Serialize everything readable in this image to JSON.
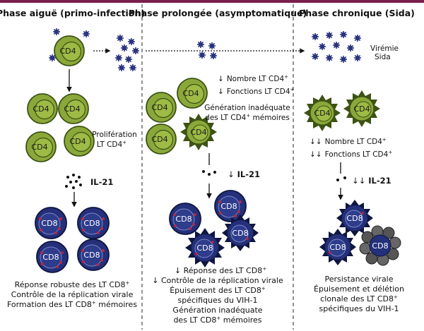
{
  "phases": [
    {
      "title": "Phase aiguë (primo-infection)",
      "cell_label_cd4": "CD4",
      "cell_label_cd8": "CD8",
      "prolif_line1": "Prolifération",
      "prolif_line2": "LT CD4",
      "prolif_sup": "+",
      "il21": "IL-21",
      "cap1": "Réponse robuste des LT CD8",
      "cap1_sup": "+",
      "cap2": "Contrôle de la réplication virale",
      "cap3_a": "Formation des LT CD8",
      "cap3_sup": "+",
      "cap3_b": " mémoires"
    },
    {
      "title": "Phase prolongée (asymptomatique)",
      "cell_label_cd4": "CD4",
      "cell_label_cd8": "CD8",
      "arrow_down": "↓",
      "n1": "Nombre LT CD4",
      "n1_sup": "+",
      "n2": "Fonctions LT CD4",
      "n2_sup": "+",
      "gen1": "Génération inadéquate",
      "gen2_a": "des LT CD4",
      "gen2_sup": "+",
      "gen2_b": " mémoires",
      "il21": "IL-21",
      "cap1_a": "↓ Réponse des LT CD8",
      "cap1_sup": "+",
      "cap2": "↓ Contrôle de la réplication virale",
      "cap3_a": "Épuisement des LT CD8",
      "cap3_sup": "+",
      "cap4": "spécifiques du VIH-1",
      "cap5": "Génération inadéquate",
      "cap6_a": "des  LT CD8",
      "cap6_sup": "+",
      "cap6_b": " mémoires"
    },
    {
      "title": "Phase chronique (Sida)",
      "cell_label_cd4": "CD4",
      "cell_label_cd8": "CD8",
      "viremia1": "Virémie",
      "viremia2": "Sida",
      "arrows2": "↓↓",
      "n1": "Nombre LT CD4",
      "n1_sup": "+",
      "n2": "Fonctions LT CD4",
      "n2_sup": "+",
      "il21": "IL-21",
      "cap1": "Persistance virale",
      "cap2": "Épuisement et délétion",
      "cap3_a": "clonale des LT CD8",
      "cap3_sup": "+",
      "cap4": "spécifiques du VIH-1"
    }
  ],
  "colors": {
    "cd4_fill": "#8aa83a",
    "cd4_stroke": "#3d5214",
    "cd8_fill": "#24307a",
    "cd8_stroke": "#0f1640",
    "virus": "#2a3580",
    "granule": "#c0283a",
    "accent_bar": "#7a1f4d",
    "exhausted_cd8_shell": "#444444"
  }
}
